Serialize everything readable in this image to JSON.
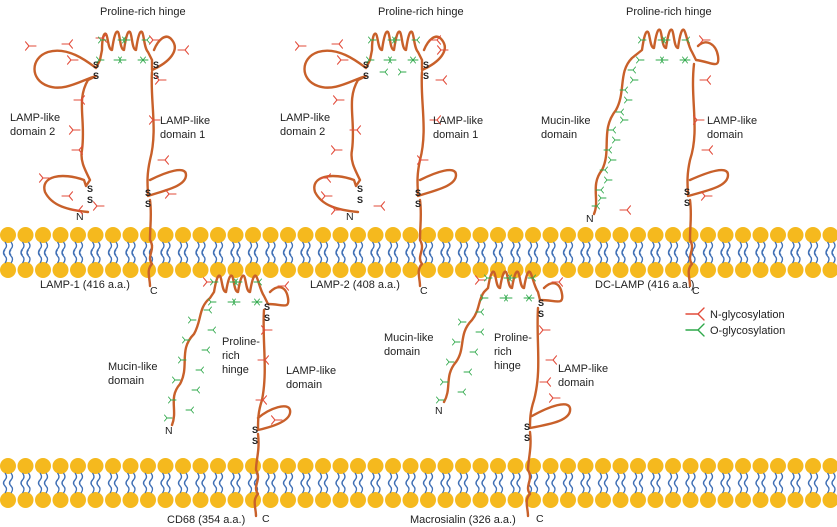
{
  "colors": {
    "chain": "#c8602a",
    "n_glycosylation": "#e24b3a",
    "o_glycosylation": "#2ea84a",
    "lipid_head": "#f5b91e",
    "lipid_tail": "#3f6fb5"
  },
  "labels": {
    "lamp1_hinge": "Proline-rich hinge",
    "lamp1_domain2": [
      "LAMP-like",
      "domain 2"
    ],
    "lamp1_domain1": [
      "LAMP-like",
      "domain 1"
    ],
    "lamp1_name": "LAMP-1 (416 a.a.)",
    "lamp2_hinge": "Proline-rich hinge",
    "lamp2_domain2": [
      "LAMP-like",
      "domain 2"
    ],
    "lamp2_domain1": [
      "LAMP-like",
      "domain 1"
    ],
    "lamp2_name": "LAMP-2 (408 a.a.)",
    "dclamp_hinge": "Proline-rich hinge",
    "dclamp_mucin": [
      "Mucin-like",
      "domain"
    ],
    "dclamp_lamp": [
      "LAMP-like",
      "domain"
    ],
    "dclamp_name": "DC-LAMP (416 a.a.)",
    "cd68_mucin": [
      "Mucin-like",
      "domain"
    ],
    "cd68_hinge": [
      "Proline-",
      "rich",
      "hinge"
    ],
    "cd68_lamp": [
      "LAMP-like",
      "domain"
    ],
    "cd68_name": "CD68 (354 a.a.)",
    "macro_mucin": [
      "Mucin-like",
      "domain"
    ],
    "macro_hinge": [
      "Proline-",
      "rich",
      "hinge"
    ],
    "macro_lamp": [
      "LAMP-like",
      "domain"
    ],
    "macro_name": "Macrosialin (326 a.a.)",
    "n_terminus": "N",
    "c_terminus": "C",
    "disulfide": "S"
  },
  "legend": {
    "n_glycosylation": "N-glycosylation",
    "o_glycosylation": "O-glycosylation"
  },
  "icons": {
    "n_glycan": "red-y-branch",
    "o_glycan": "green-y-branch"
  }
}
